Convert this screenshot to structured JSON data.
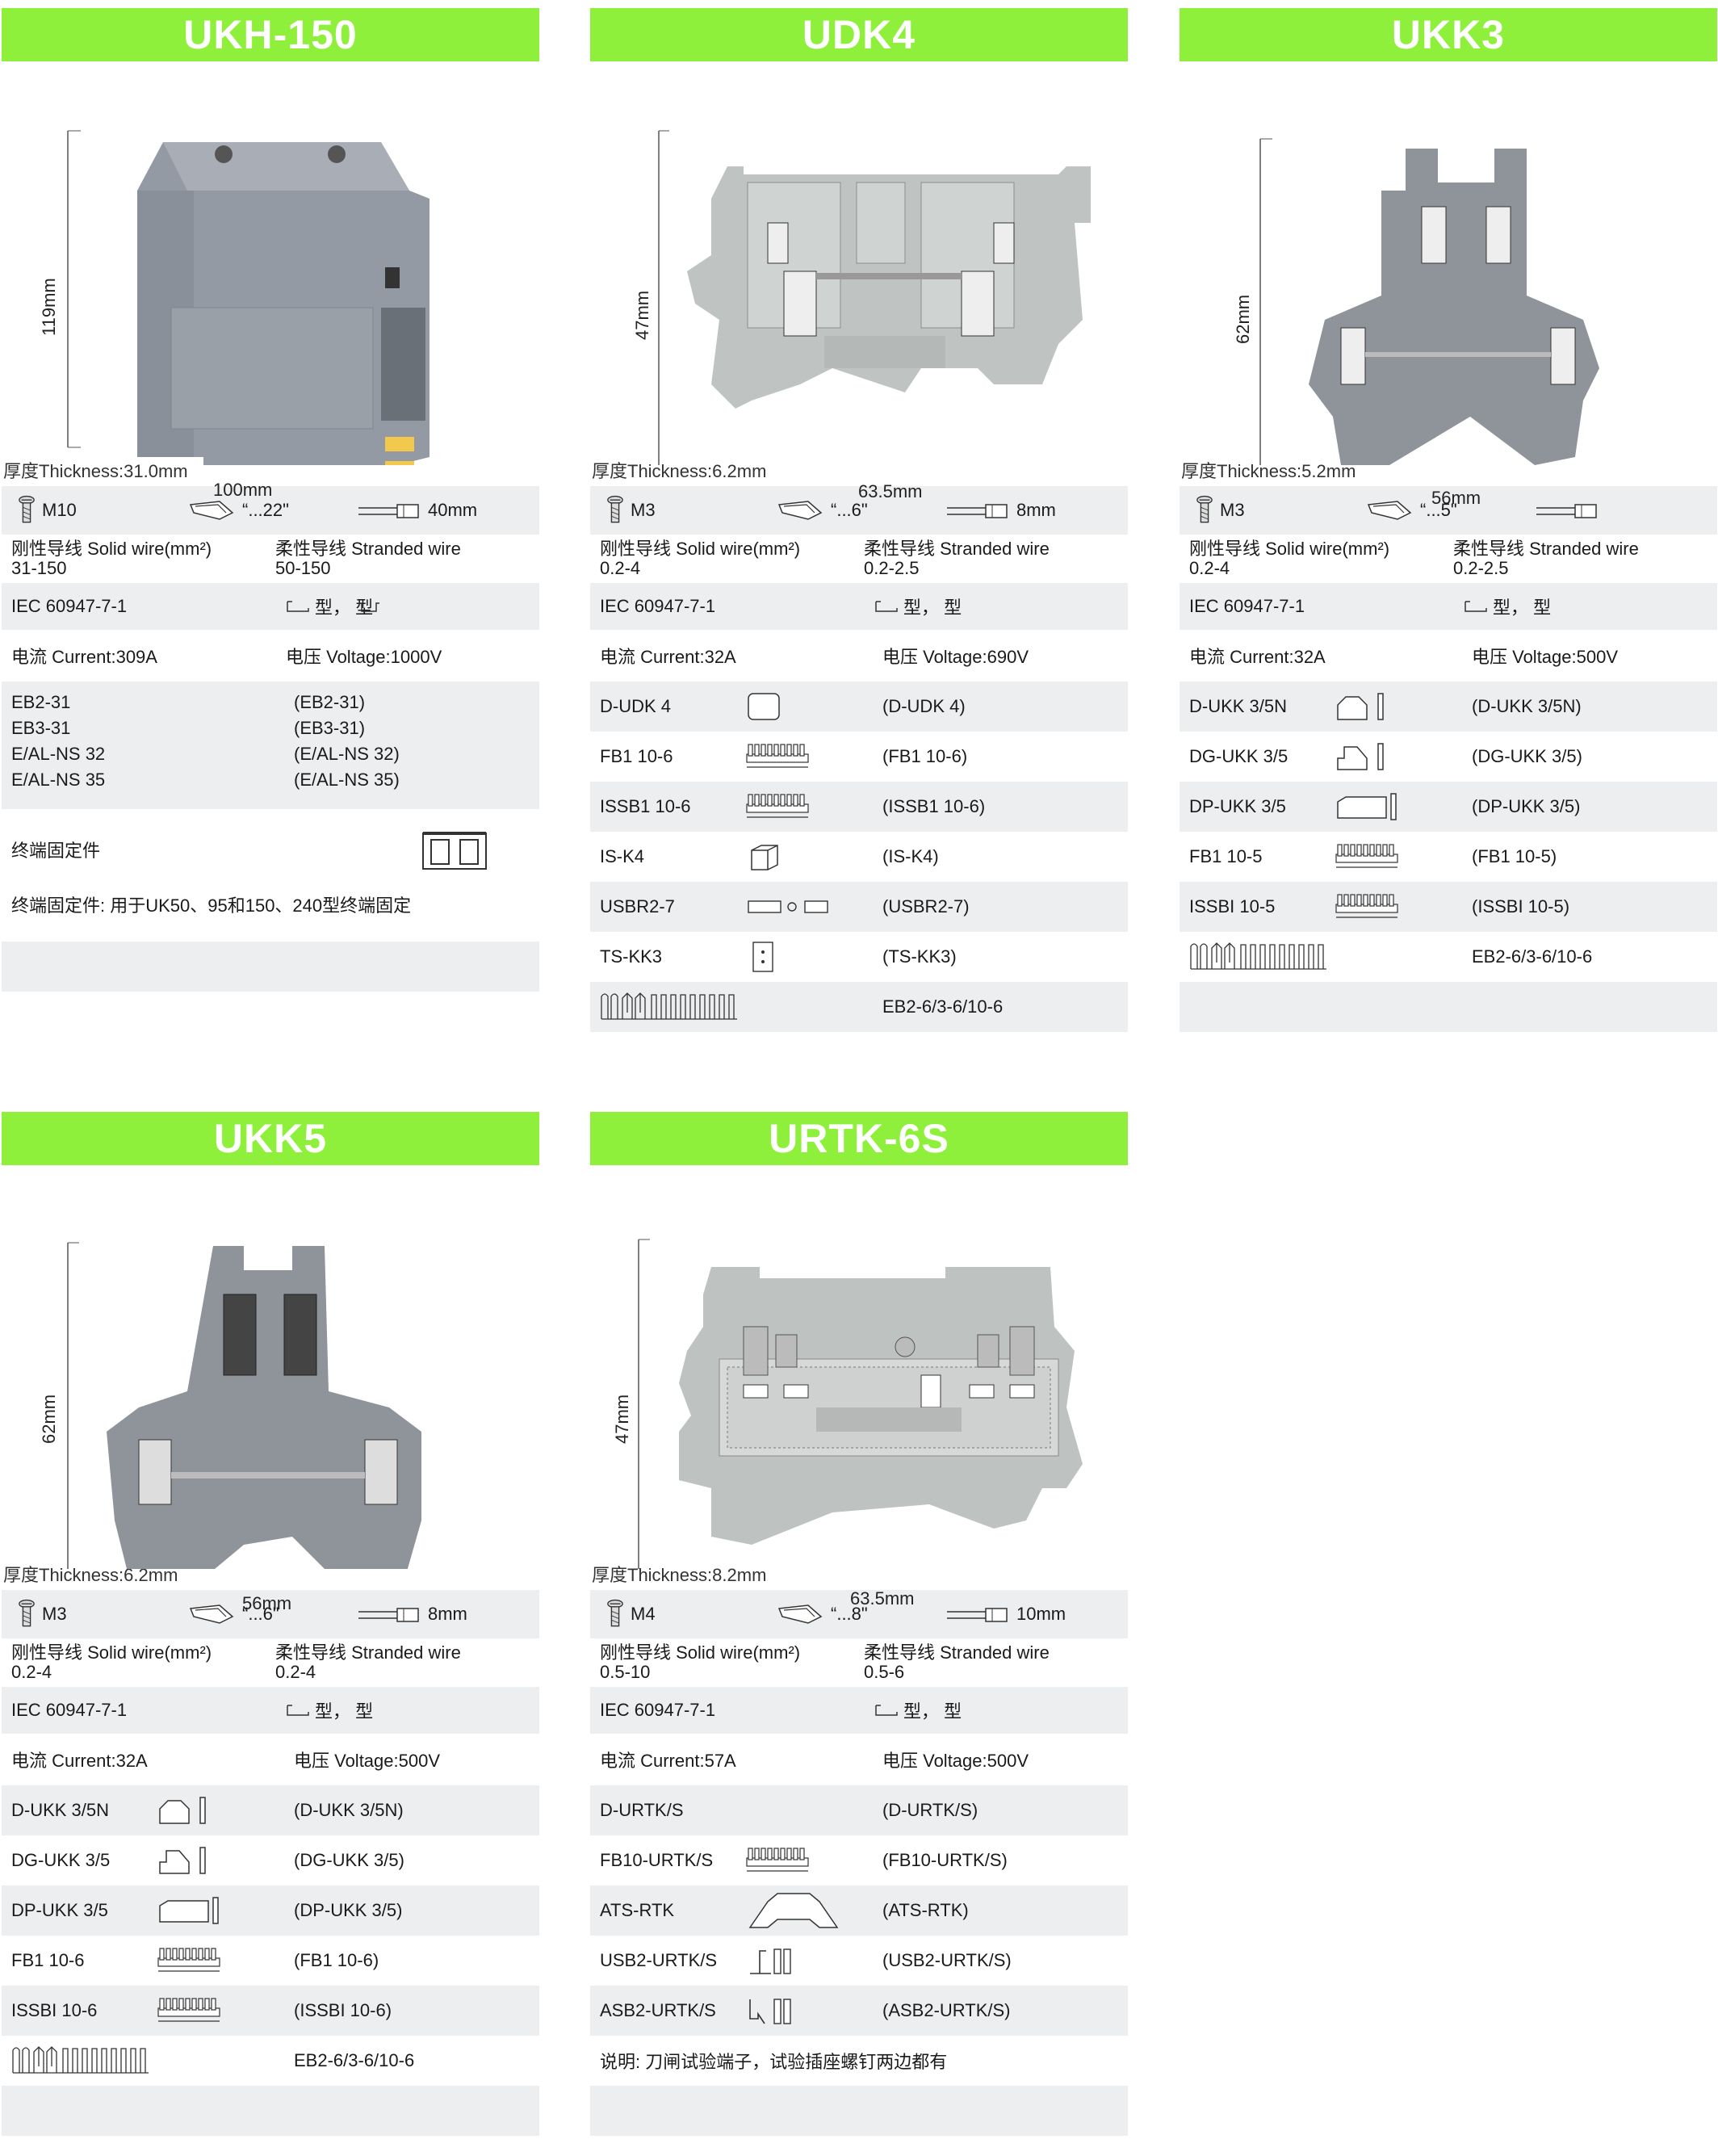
{
  "colors": {
    "title_bg": "#8ef03a",
    "row_grey": "#eceef0"
  },
  "common": {
    "thickness_prefix": "厚度Thickness:",
    "solid_wire": "刚性导线 Solid wire(mm²)",
    "stranded_wire": "柔性导线 Stranded wire",
    "standard": "IEC 60947-7-1",
    "rail_type": "型，  型",
    "icons": [
      "screw-icon",
      "screwdriver-icon",
      "stripped-wire-icon",
      "rail-icon"
    ]
  },
  "panels": [
    {
      "title": "UKH-150",
      "dim_v": "119mm",
      "dim_h": "100mm",
      "thickness": "31.0mm",
      "screw": "M10",
      "driver": "“...22\"",
      "strip": "40mm",
      "solid": "31-150",
      "stranded": "50-150",
      "current": "电流 Current:309A",
      "voltage": "电压 Voltage:1000V",
      "multi_left": [
        "EB2-31",
        "EB3-31",
        "E/AL-NS 32",
        "E/AL-NS 35"
      ],
      "multi_right": [
        "(EB2-31)",
        "(EB3-31)",
        "(E/AL-NS 32)",
        "(E/AL-NS 35)"
      ],
      "end_stop": "终端固定件",
      "end_stop_note": "终端固定件: 用于UK50、95和150、240型终端固定"
    },
    {
      "title": "UDK4",
      "dim_v": "47mm",
      "dim_h": "63.5mm",
      "thickness": "6.2mm",
      "screw": "M3",
      "driver": "“...6\"",
      "strip": "8mm",
      "solid": "0.2-4",
      "stranded": "0.2-2.5",
      "current": "电流 Current:32A",
      "voltage": "电压 Voltage:690V",
      "accessories": [
        {
          "name": "D-UDK 4",
          "eq": "(D-UDK 4)",
          "icon": "end-cover-icon"
        },
        {
          "name": "FB1 10-6",
          "eq": "(FB1 10-6)",
          "icon": "bridge-icon"
        },
        {
          "name": "ISSB1 10-6",
          "eq": "(ISSB1 10-6)",
          "icon": "bridge-icon"
        },
        {
          "name": "IS-K4",
          "eq": "(IS-K4)",
          "icon": "cube-icon"
        },
        {
          "name": "USBR2-7",
          "eq": "(USBR2-7)",
          "icon": "screw-bridge-icon"
        },
        {
          "name": "TS-KK3",
          "eq": "(TS-KK3)",
          "icon": "test-plug-icon"
        }
      ],
      "comb": "EB2-6/3-6/10-6"
    },
    {
      "title": "UKK3",
      "dim_v": "62mm",
      "dim_h": "56mm",
      "thickness": "5.2mm",
      "screw": "M3",
      "driver": "“...5\"",
      "strip": "",
      "solid": "0.2-4",
      "stranded": "0.2-2.5",
      "current": "电流 Current:32A",
      "voltage": "电压 Voltage:500V",
      "accessories": [
        {
          "name": "D-UKK 3/5N",
          "eq": "(D-UKK 3/5N)",
          "icon": "end-cover-icon"
        },
        {
          "name": "DG-UKK 3/5",
          "eq": "(DG-UKK 3/5)",
          "icon": "end-cover-icon"
        },
        {
          "name": "DP-UKK 3/5",
          "eq": "(DP-UKK 3/5)",
          "icon": "partition-icon"
        },
        {
          "name": "FB1 10-5",
          "eq": "(FB1 10-5)",
          "icon": "bridge-icon"
        },
        {
          "name": "ISSBI 10-5",
          "eq": "(ISSBI 10-5)",
          "icon": "bridge-icon"
        }
      ],
      "comb": "EB2-6/3-6/10-6"
    },
    {
      "title": "UKK5",
      "dim_v": "62mm",
      "dim_h": "56mm",
      "thickness": "6.2mm",
      "screw": "M3",
      "driver": "“...6\"",
      "strip": "8mm",
      "solid": "0.2-4",
      "stranded": "0.2-4",
      "current": "电流 Current:32A",
      "voltage": "电压 Voltage:500V",
      "accessories": [
        {
          "name": "D-UKK 3/5N",
          "eq": "(D-UKK 3/5N)",
          "icon": "end-cover-icon"
        },
        {
          "name": "DG-UKK 3/5",
          "eq": "(DG-UKK 3/5)",
          "icon": "end-cover-icon"
        },
        {
          "name": "DP-UKK 3/5",
          "eq": "(DP-UKK 3/5)",
          "icon": "partition-icon"
        },
        {
          "name": "FB1 10-6",
          "eq": "(FB1 10-6)",
          "icon": "bridge-icon"
        },
        {
          "name": "ISSBI 10-6",
          "eq": "(ISSBI 10-6)",
          "icon": "bridge-icon"
        }
      ],
      "comb": "EB2-6/3-6/10-6"
    },
    {
      "title": "URTK-6S",
      "dim_v": "47mm",
      "dim_h": "63.5mm",
      "thickness": "8.2mm",
      "screw": "M4",
      "driver": "“...8\"",
      "strip": "10mm",
      "solid": "0.5-10",
      "stranded": "0.5-6",
      "current": "电流 Current:57A",
      "voltage": "电压 Voltage:500V",
      "accessories": [
        {
          "name": "D-URTK/S",
          "eq": "(D-URTK/S)",
          "icon": "none"
        },
        {
          "name": "FB10-URTK/S",
          "eq": "(FB10-URTK/S)",
          "icon": "bridge-icon"
        },
        {
          "name": "ATS-RTK",
          "eq": "(ATS-RTK)",
          "icon": "separator-plate-icon"
        },
        {
          "name": "USB2-URTK/S",
          "eq": "(USB2-URTK/S)",
          "icon": "test-socket-icon"
        },
        {
          "name": "ASB2-URTK/S",
          "eq": "(ASB2-URTK/S)",
          "icon": "test-socket-icon"
        }
      ],
      "note": "说明: 刀闸试验端子，试验插座螺钉两边都有"
    }
  ]
}
